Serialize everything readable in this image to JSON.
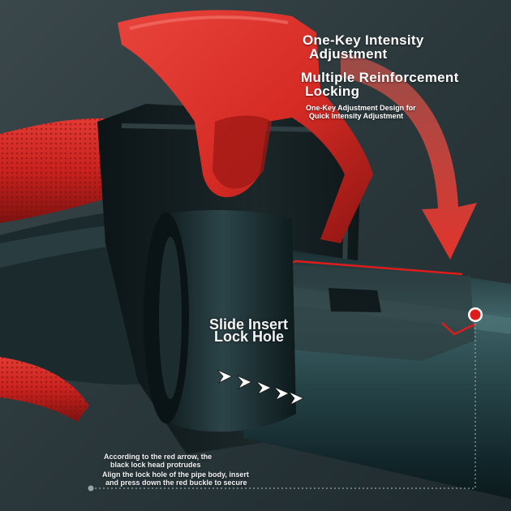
{
  "image": {
    "subject": "red and black pipe lock buckle close-up",
    "colors": {
      "background": "#2c3a3e",
      "pipe": "#1f3a3e",
      "pipe_highlight": "#3f6266",
      "buckle_red": "#d62b25",
      "buckle_red_dark": "#8f1512",
      "handle_red": "#c9221e",
      "body_black": "#101719",
      "arrow_red": "#e2332b",
      "marker_red": "#e01b1b",
      "guide_line": "#9aa4a8"
    },
    "icons": [
      "red-curved-arrow",
      "red-dot-marker",
      "white-chevron-arrows"
    ]
  },
  "labels": {
    "heading_1_line_1": "One-Key Intensity",
    "heading_1_line_2": "Adjustment",
    "heading_2_line_1": "Multiple Reinforcement",
    "heading_2_line_2": "Locking",
    "sub_line_1": "One-Key Adjustment Design for",
    "sub_line_2": "Quick Intensity Adjustment",
    "center_line_1": "Slide Insert",
    "center_line_2": "Lock Hole",
    "note_1_line_1": "According to the red arrow, the",
    "note_1_line_2": "black lock head protrudes",
    "note_2_line_1": "Align the lock hole of the pipe body, insert",
    "note_2_line_2": "and press down the red buckle to secure"
  }
}
